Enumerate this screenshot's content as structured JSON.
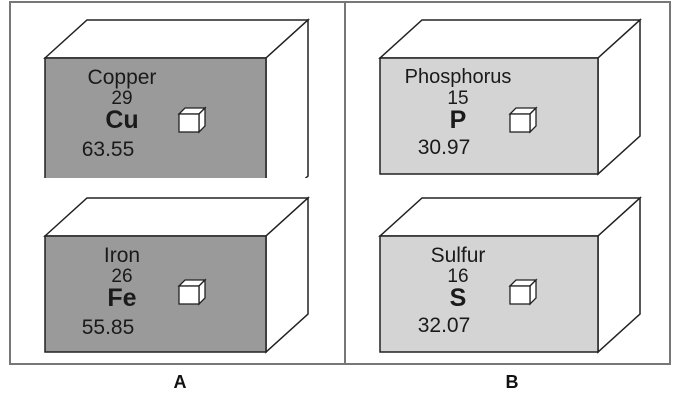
{
  "colors": {
    "metal_face": "#9a9a9a",
    "nonmetal_face": "#d4d4d4",
    "side_face": "#ffffff",
    "outline": "#222222",
    "frame": "#777777"
  },
  "panels": [
    {
      "label": "A",
      "elements": [
        {
          "name": "Copper",
          "number": "29",
          "symbol": "Cu",
          "mass": "63.55"
        },
        {
          "name": "Iron",
          "number": "26",
          "symbol": "Fe",
          "mass": "55.85"
        }
      ]
    },
    {
      "label": "B",
      "elements": [
        {
          "name": "Phosphorus",
          "number": "15",
          "symbol": "P",
          "mass": "30.97"
        },
        {
          "name": "Sulfur",
          "number": "16",
          "symbol": "S",
          "mass": "32.07"
        }
      ]
    }
  ]
}
